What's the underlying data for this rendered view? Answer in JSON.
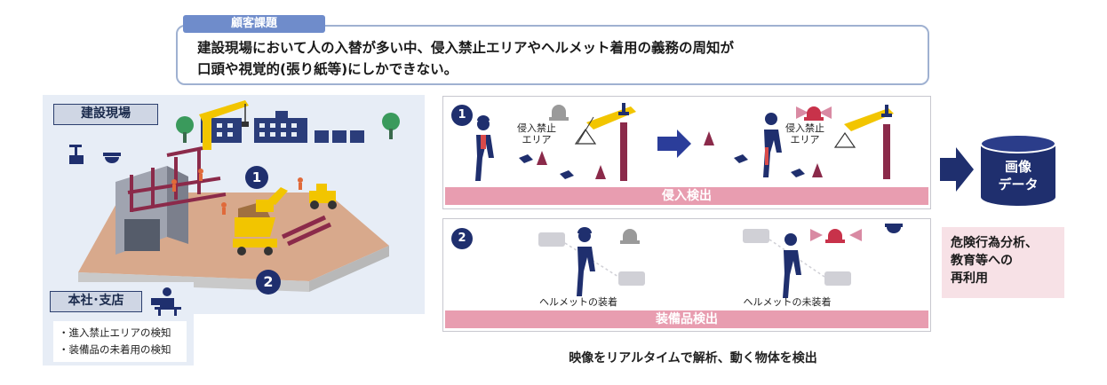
{
  "issue": {
    "tag": "顧客課題",
    "line1": "建設現場において人の入替が多い中、侵入禁止エリアやヘルメット着用の義務の周知が",
    "line2": "口頭や視覚的(張り紙等)にしかできない。"
  },
  "site": {
    "label": "建設現場",
    "marker1": "1",
    "marker2": "2"
  },
  "hq": {
    "label": "本社･支店",
    "items": [
      "・進入禁止エリアの検知",
      "・装備品の未着用の検知"
    ]
  },
  "panel1": {
    "number": "1",
    "zone_label_a": "侵入禁止",
    "zone_label_b": "エリア",
    "bar": "侵入検出"
  },
  "panel2": {
    "number": "2",
    "label_worn": "ヘルメットの装着",
    "label_not_worn": "ヘルメットの未装着",
    "bar": "装備品検出"
  },
  "database": {
    "line1": "画像",
    "line2": "データ"
  },
  "reuse": {
    "line1": "危険行為分析、",
    "line2": "教育等への",
    "line3": "再利用"
  },
  "caption": "映像をリアルタイムで解析、動く物体を検出",
  "colors": {
    "navy": "#1f2f6e",
    "accent_blue": "#2b3d9a",
    "pink_bar": "#e89db0",
    "alert_pink": "#d98aa3",
    "crane_yellow": "#f2c500",
    "tree_green": "#3a9a5c",
    "steel_red": "#8b2a4a"
  }
}
